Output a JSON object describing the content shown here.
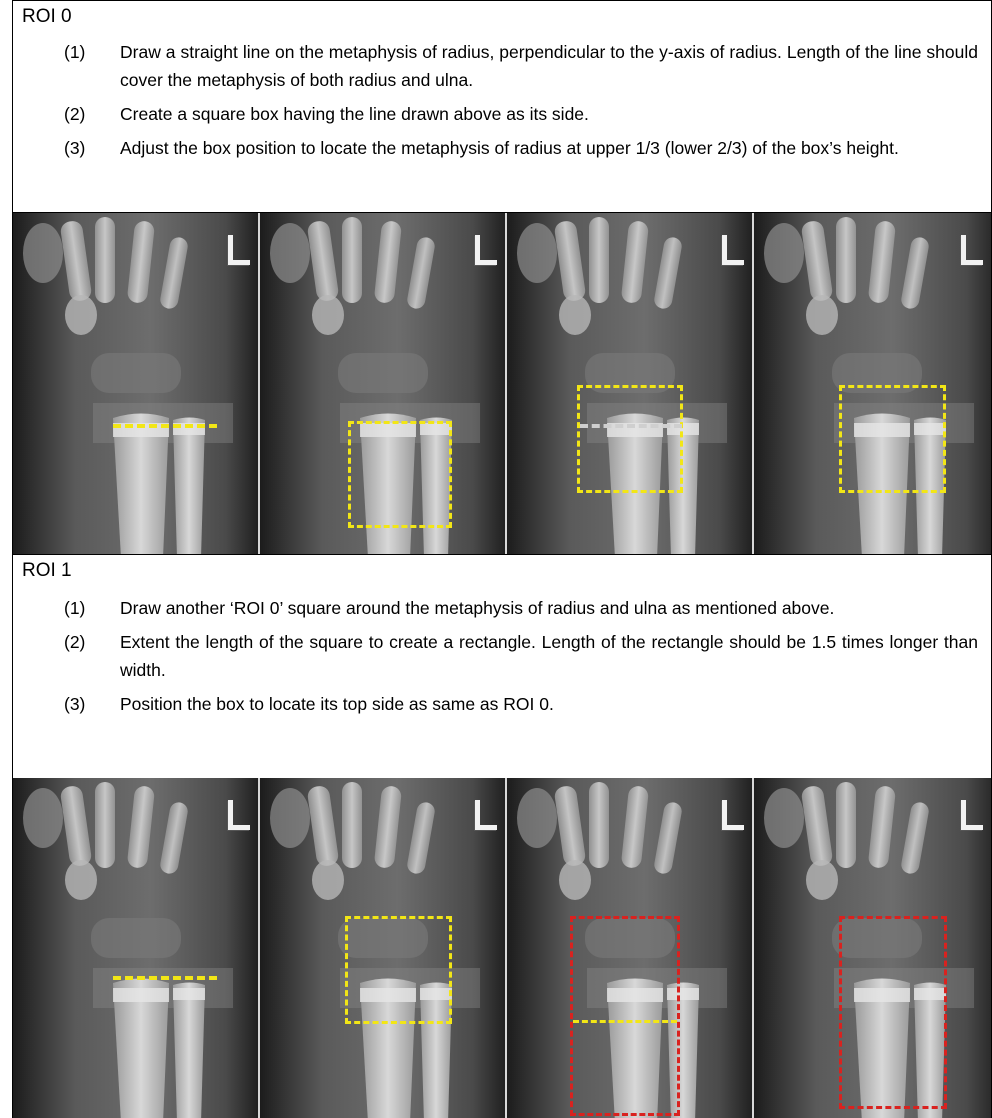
{
  "sections": [
    {
      "title": "ROI 0",
      "steps": [
        {
          "num": "(1)",
          "text": "Draw a straight line on the metaphysis of radius, perpendicular to the y-axis of radius. Length of the line should cover the metaphysis of both radius and ulna."
        },
        {
          "num": "(2)",
          "text": "Create a square box having the line drawn above as its side."
        },
        {
          "num": "(3)",
          "text": "Adjust the box position to locate the metaphysis of radius at upper 1/3 (lower 2/3) of the box’s height."
        }
      ],
      "panels": [
        {
          "marker": "L",
          "overlay": "yellow line at metaphysis"
        },
        {
          "marker": "L",
          "overlay": "yellow square box"
        },
        {
          "marker": "L",
          "overlay": "yellow square box shifted up, white line"
        },
        {
          "marker": "L",
          "overlay": "yellow square box final"
        }
      ]
    },
    {
      "title": "ROI 1",
      "steps": [
        {
          "num": "(1)",
          "text": "Draw another ‘ROI 0’ square around the metaphysis of radius and ulna as mentioned above."
        },
        {
          "num": "(2)",
          "text": "Extent the length of the square to create a rectangle. Length of the rectangle should be 1.5 times longer than width."
        },
        {
          "num": "(3)",
          "text": "Position the box to locate its top side as same as ROI 0."
        }
      ],
      "panels": [
        {
          "marker": "L",
          "overlay": "yellow line at metaphysis"
        },
        {
          "marker": "L",
          "overlay": "yellow square box"
        },
        {
          "marker": "L",
          "overlay": "red rectangle with yellow square inside"
        },
        {
          "marker": "L",
          "overlay": "red rectangle final"
        }
      ]
    }
  ],
  "colors": {
    "roi0_box": "#f2e616",
    "roi1_box": "#d9221f",
    "helper_line": "#cfcfcf"
  }
}
